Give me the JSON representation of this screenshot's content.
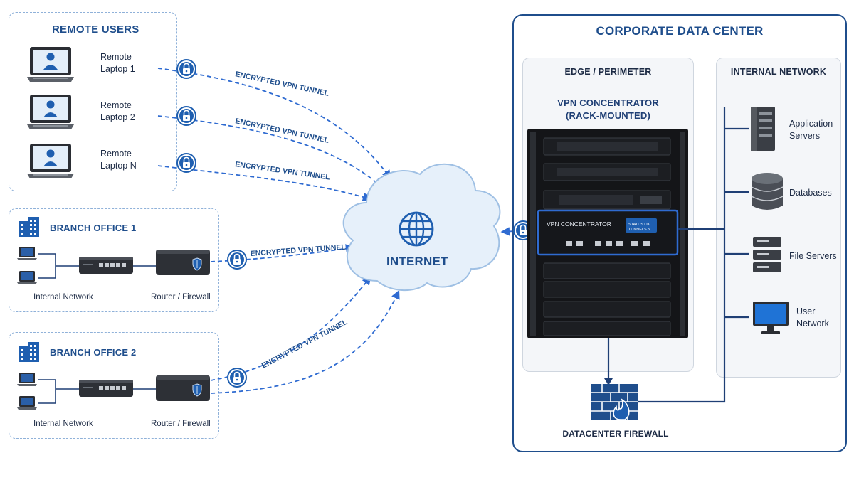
{
  "remote_users": {
    "title": "REMOTE USERS",
    "laptops": [
      {
        "line1": "Remote",
        "line2": "Laptop 1"
      },
      {
        "line1": "Remote",
        "line2": "Laptop 2"
      },
      {
        "line1": "Remote",
        "line2": "Laptop N"
      }
    ]
  },
  "branch1": {
    "title": "BRANCH OFFICE 1",
    "internal_label": "Internal Network",
    "router_label": "Router / Firewall"
  },
  "branch2": {
    "title": "BRANCH OFFICE 2",
    "internal_label": "Internal Network",
    "router_label": "Router / Firewall"
  },
  "tunnel_label": "ENCRYPTED VPN TUNNEL",
  "internet": {
    "label": "INTERNET"
  },
  "datacenter": {
    "title": "CORPORATE DATA CENTER",
    "edge_title": "EDGE / PERIMETER",
    "vpn_title_line1": "VPN CONCENTRATOR",
    "vpn_title_line2": "(RACK-MOUNTED)",
    "vpn_panel_label": "VPN CONCENTRATOR",
    "vpn_status_line1": "STATUS   OK",
    "vpn_status_line2": "TUNNELS   5",
    "internal_title": "INTERNAL NETWORK",
    "resources": [
      {
        "line1": "Application",
        "line2": "Servers",
        "icon": "server-tower-icon"
      },
      {
        "line1": "Databases",
        "line2": "",
        "icon": "database-icon"
      },
      {
        "line1": "File Servers",
        "line2": "",
        "icon": "file-server-icon"
      },
      {
        "line1": "User",
        "line2": "Network",
        "icon": "monitor-icon"
      }
    ],
    "firewall_label": "DATACENTER FIREWALL"
  },
  "colors": {
    "accent": "#1f4e8c",
    "tunnel": "#2f6bd1",
    "cloud": "#e6f0fa",
    "device": "#2a2d33"
  }
}
